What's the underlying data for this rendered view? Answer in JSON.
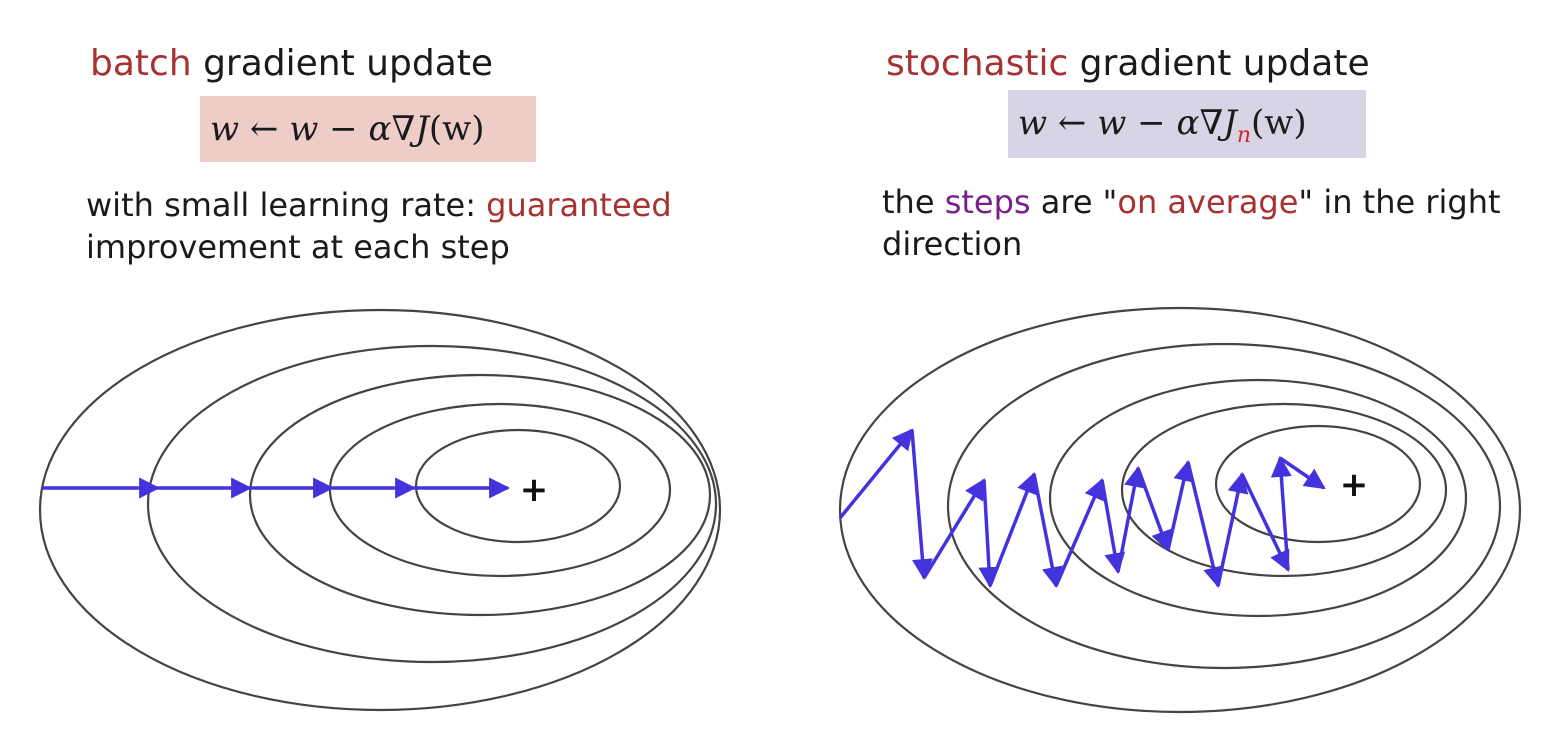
{
  "left": {
    "title_accent": "batch",
    "title_rest": " gradient update",
    "formula": {
      "lhs": "w",
      "arrow": "←",
      "w2": "w",
      "minus": "−",
      "alpha": "α",
      "nabla": "∇",
      "J": "J",
      "arg": "(w)"
    },
    "desc_prefix": "with small learning rate: ",
    "desc_accent": "guaranteed",
    "desc_line2": "improvement at each step",
    "optimum_symbol": "+"
  },
  "right": {
    "title_accent": "stochastic",
    "title_rest": " gradient update",
    "formula": {
      "lhs": "w",
      "arrow": "←",
      "w2": "w",
      "minus": "−",
      "alpha": "α",
      "nabla": "∇",
      "J": "J",
      "subscript": "n",
      "arg": "(w)"
    },
    "desc_a": "the ",
    "desc_steps": "steps",
    "desc_b": " are \"",
    "desc_avg": "on average",
    "desc_c": "\" in the right",
    "desc_line2": "direction",
    "optimum_symbol": "+"
  },
  "colors": {
    "accent": "#a83232",
    "steps": "#7a1e8c",
    "arrow": "#4433dd",
    "contour": "#444444",
    "batch_box": "#eecdc9",
    "stochastic_box": "#d9d3e6",
    "subscript": "#cc2a2a"
  }
}
